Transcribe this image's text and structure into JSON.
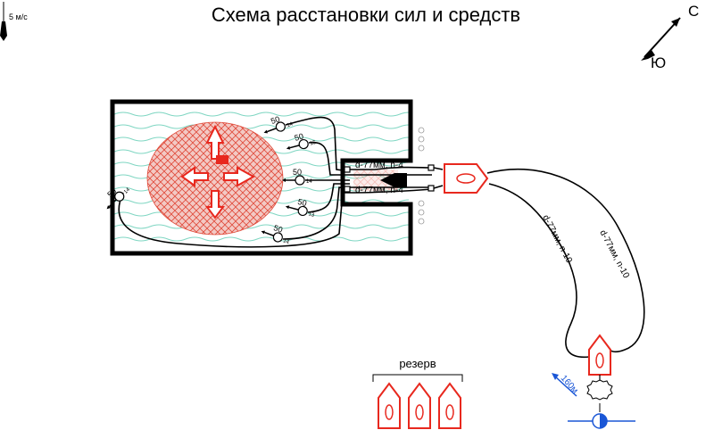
{
  "title": "Схема расстановки сил и средств",
  "wind": {
    "label": "5 м/с"
  },
  "compass": {
    "north": "С",
    "south": "Ю"
  },
  "hose_lines": {
    "line_upper": "d-77мм, n-4",
    "line_lower": "d-77мм, n-4",
    "line_left_long": "d-77мм, n-10",
    "line_right_long": "d-77мм, n-10"
  },
  "nozzles": [
    {
      "diameter": "50",
      "number": "14"
    },
    {
      "diameter": "50",
      "number": "15"
    },
    {
      "diameter": "50",
      "number": "14"
    },
    {
      "diameter": "50",
      "number": "13"
    },
    {
      "diameter": "50",
      "number": "14"
    },
    {
      "diameter": "50",
      "number": "14"
    }
  ],
  "reserve": {
    "label": "резерв",
    "count": 3
  },
  "distance": {
    "label": "160м"
  },
  "colors": {
    "fire": "#e8281e",
    "water_waves": "#7fd6c2",
    "hydrant": "#1a56d6",
    "walls": "#000000"
  },
  "icons": [
    "fire-zone-hatched",
    "fire-spread-arrow",
    "fire-truck",
    "nozzle",
    "hydrant",
    "wind-indicator",
    "compass-arrow"
  ]
}
